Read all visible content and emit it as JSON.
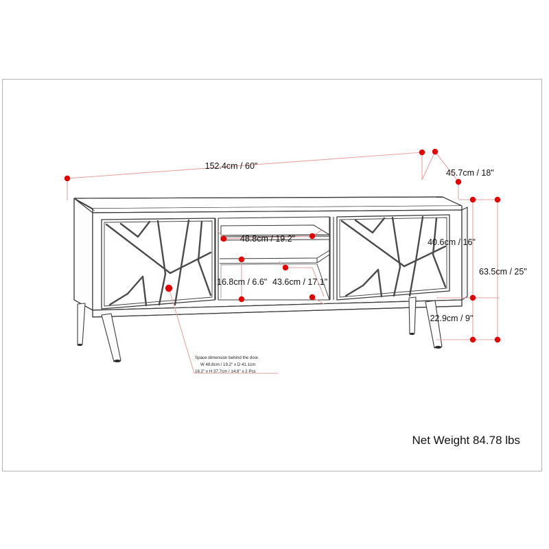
{
  "document": {
    "type": "product-dimension-diagram",
    "subject": "TV stand / media console with two patterned doors and open center shelves"
  },
  "colors": {
    "dimension_line": "#e8a3a3",
    "dimension_dot": "#e60000",
    "outline": "#3a3a3a",
    "pattern": "#4a4a4a",
    "text": "#111111",
    "border": "#b4b4b4",
    "background": "#ffffff"
  },
  "dimensions": {
    "width": {
      "label": "152.4cm / 60\"",
      "name": "overall-width"
    },
    "depth": {
      "label": "45.7cm / 18\"",
      "name": "overall-depth"
    },
    "cabinet_height": {
      "label": "40.6cm / 16\"",
      "name": "cabinet-body-height"
    },
    "total_height": {
      "label": "63.5cm / 25\"",
      "name": "overall-height"
    },
    "leg_height": {
      "label": "22.9cm / 9\"",
      "name": "leg-height"
    },
    "center_shelf_width": {
      "label": "48.8cm / 19.2\"",
      "name": "center-upper-shelf-width"
    },
    "center_shelf_height": {
      "label": "16.8cm / 6.6\"",
      "name": "center-lower-shelf-height"
    },
    "center_lower_width": {
      "label": "43.6cm / 17.1\"",
      "name": "center-lower-shelf-width"
    }
  },
  "annotation": {
    "line1": "Space dimension behind the door.",
    "line2": "W 48.8cm / 19.2\" x D 41.1cm",
    "line3": "16.2\" x H 37.7cm / 14.8\" x 2 Pcs"
  },
  "weight": {
    "label": "Net Weight 84.78 lbs"
  }
}
